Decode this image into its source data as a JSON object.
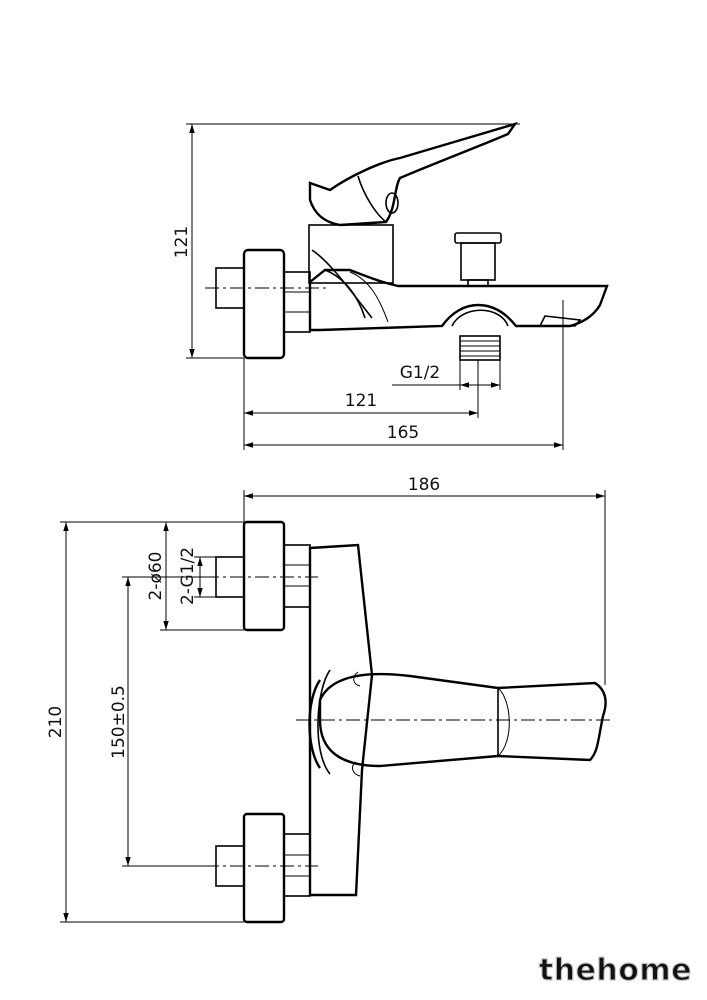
{
  "dimensions": {
    "side_height": "121",
    "side_inlet_to_outlet": "121",
    "side_total_depth": "165",
    "outlet_thread": "G1/2",
    "front_width": "186",
    "front_height": "210",
    "center_distance": "150±0.5",
    "inlet_diameter": "2-ø60",
    "inlet_thread": "2-G1/2"
  },
  "watermark": "thehome",
  "colors": {
    "line": "#000000",
    "background": "#ffffff",
    "watermark_outline": "#c9c9c9"
  }
}
